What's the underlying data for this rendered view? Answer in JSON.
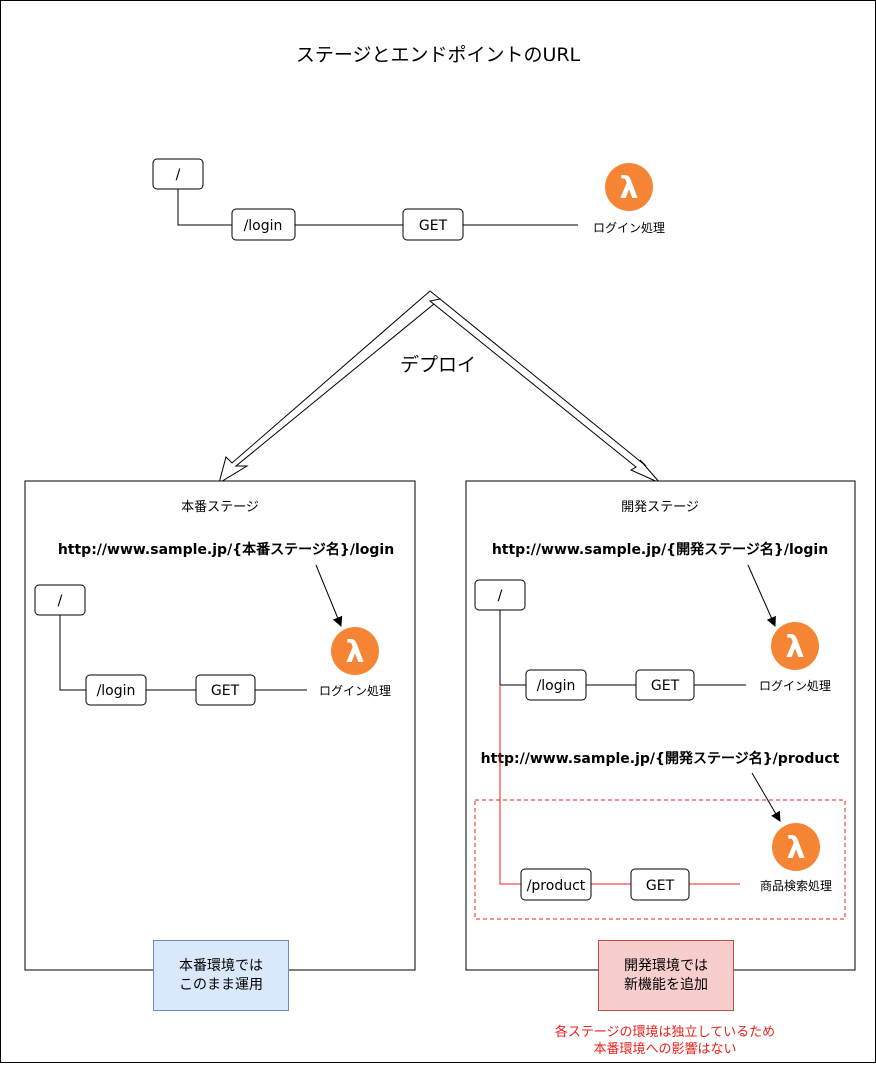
{
  "title": "ステージとエンドポイントのURL",
  "top": {
    "root_path": "/",
    "login_path": "/login",
    "method": "GET",
    "lambda_label": "ログイン処理"
  },
  "deploy_label": "デプロイ",
  "prod": {
    "title": "本番ステージ",
    "url": "http://www.sample.jp/{本番ステージ名}/login",
    "root_path": "/",
    "login_path": "/login",
    "method": "GET",
    "lambda_label": "ログイン処理",
    "note": "本番環境では\nこのまま運用"
  },
  "dev": {
    "title": "開発ステージ",
    "url_login": "http://www.sample.jp/{開発ステージ名}/login",
    "root_path": "/",
    "login_path": "/login",
    "method_login": "GET",
    "lambda_login_label": "ログイン処理",
    "url_product": "http://www.sample.jp/{開発ステージ名}/product",
    "product_path": "/product",
    "method_product": "GET",
    "lambda_product_label": "商品検索処理",
    "note": "開発環境では\n新機能を追加"
  },
  "footer_note": "各ステージの環境は独立しているため\n本番環境への影響はない",
  "lambda_symbol": "λ",
  "colors": {
    "lambda_orange": "#f58534",
    "new_feature_red": "#e8201b",
    "prod_note_fill": "#dae8fc",
    "prod_note_border": "#6c8ebf",
    "dev_note_fill": "#f8cecc",
    "dev_note_border": "#b85450"
  },
  "icons": [
    "lambda-icon"
  ]
}
